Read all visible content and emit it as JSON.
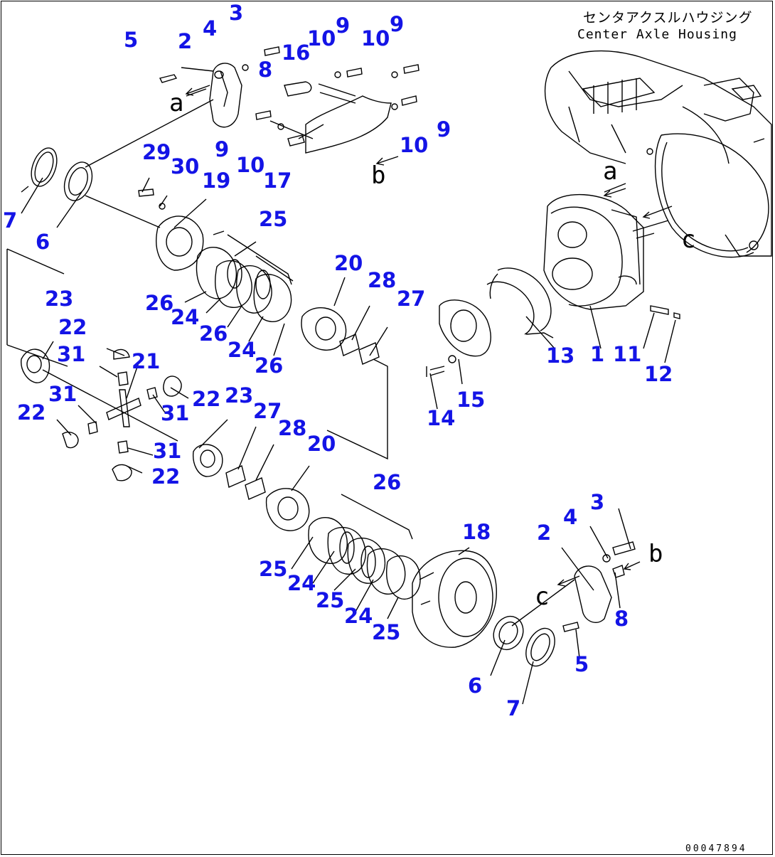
{
  "diagram": {
    "title_jp": "センタアクスルハウジング",
    "title_en": "Center Axle Housing",
    "drawing_code": "00047894",
    "reference_letters": [
      "a",
      "b",
      "c"
    ],
    "callouts": [
      "1",
      "2",
      "3",
      "4",
      "5",
      "6",
      "7",
      "8",
      "9",
      "10",
      "11",
      "12",
      "13",
      "14",
      "15",
      "16",
      "17",
      "18",
      "19",
      "20",
      "21",
      "22",
      "23",
      "24",
      "25",
      "26",
      "27",
      "28",
      "29",
      "30",
      "31"
    ]
  },
  "style": {
    "callout_color": "#1414e6",
    "line_color": "#000000"
  }
}
